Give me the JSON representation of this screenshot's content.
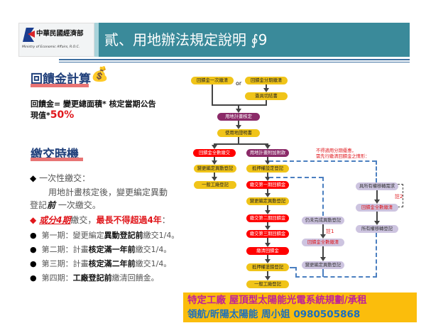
{
  "header": {
    "logo_cn": "中華民國經濟部",
    "logo_en": "Ministry of Economic Affairs, R.O.C.",
    "title": "貳、用地辦法規定說明 ∮9"
  },
  "left": {
    "sec1_title": "回饋金計算",
    "formula_line1": "回饋金= 變更總面積* 核定當期公告",
    "formula_line2": "現值*",
    "formula_pct": "50%",
    "sec2_title": "繳交時機",
    "item1_head": "一次性繳交：",
    "item1_body1": "用地計畫核定後，變更編定異動",
    "item1_body2a": "登記",
    "item1_body2b": "前",
    "item1_body2c": " 一次繳交。",
    "item2_a": "或分4期",
    "item2_b": "繳交，",
    "item2_c": "最長不得超過4年",
    "item2_d": "：",
    "phases": [
      {
        "a": "第一期：變更編定",
        "b": "異動登記前",
        "c": "繳交1/4。"
      },
      {
        "a": "第二期：計畫",
        "b": "核定滿一年前",
        "c": "繳交1/4。"
      },
      {
        "a": "第三期：計畫",
        "b": "核定滿二年前",
        "c": "繳交1/4。"
      },
      {
        "a": "第四期：",
        "b": "工廠登記前",
        "c": "繳清回饋金。"
      }
    ]
  },
  "flow": {
    "once": "回饋金一次繳清",
    "or": "or",
    "install": "回饋金分期繳清",
    "affidavit": "簽具切結書",
    "plan_approved": "用地計畫核定",
    "cert": "使用地證明書",
    "full_pay": "回饋金全數繳交",
    "attach": "用地計畫附加附款",
    "note": "不得適用分期優惠，",
    "note2": "需先行繳清回饋金之情形：",
    "l_change": "變更編定異動登記",
    "l_factory": "一般工廠登記",
    "mortgage": "抵押權設定登記",
    "p1": "繳交第一期回饋金",
    "m_change": "變更編定異動登記",
    "p2": "繳交第二期回饋金",
    "p3": "繳交第三期回饋金",
    "clear": "繳清回饋金",
    "mortgage_cancel": "抵押權塗銷登記",
    "m_factory": "一般工廠登記",
    "c_not_done": "仍未完成異動登記",
    "note1": "註1",
    "c_full": "回饋金全數繳清",
    "c_change": "變更編定異動登記",
    "r_transfer_need": "具所有權移轉需求",
    "note2_label": "註2",
    "r_full": "回饋金全數繳清",
    "r_transfer": "所有權移轉登記"
  },
  "banner": {
    "line1": "特定工廠  屋頂型太陽能光電系統規劃/承租",
    "line2a": "領航/昕陽太陽能  周小姐  ",
    "phone": "0980505868"
  }
}
